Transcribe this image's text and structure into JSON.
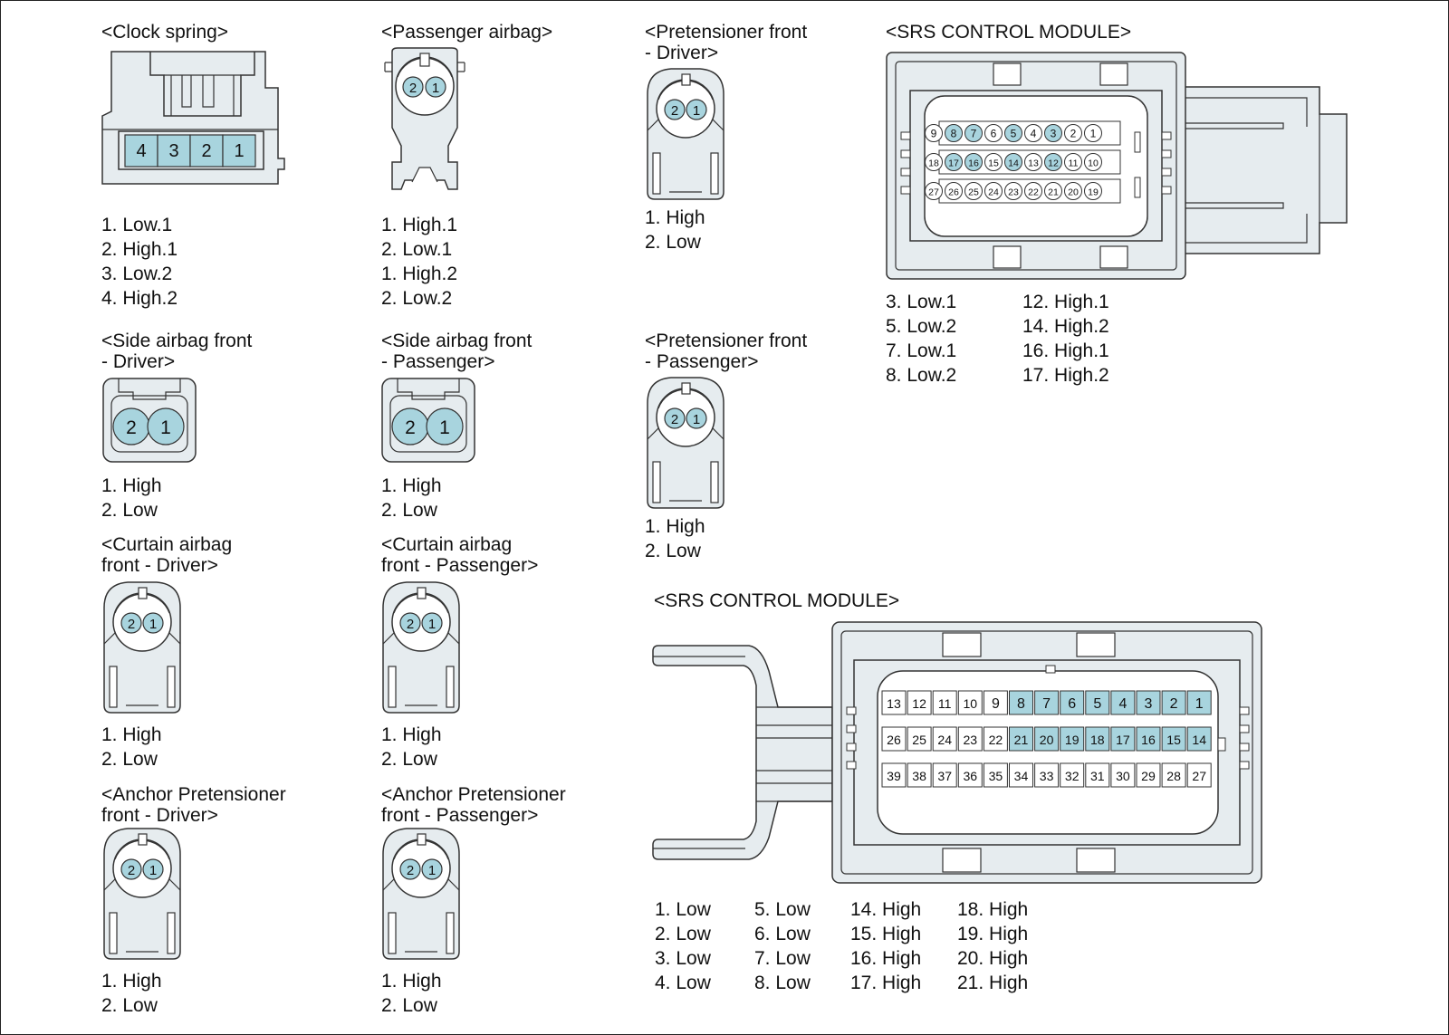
{
  "colors": {
    "body": "#e6ecef",
    "stroke": "#333333",
    "pin_active": "#a8d4de",
    "pin_inactive": "#ffffff"
  },
  "clock_spring": {
    "title": "<Clock spring>",
    "pins": [
      "4",
      "3",
      "2",
      "1"
    ],
    "pinout": [
      "1. Low.1",
      "2. High.1",
      "3. Low.2",
      "4. High.2"
    ]
  },
  "passenger_airbag": {
    "title": "<Passenger airbag>",
    "pins": [
      "2",
      "1"
    ],
    "pinout": [
      "1. High.1",
      "2. Low.1",
      "1. High.2",
      "2. Low.2"
    ]
  },
  "pretensioner_driver": {
    "title_1": "<Pretensioner front",
    "title_2": "- Driver>",
    "pins": [
      "2",
      "1"
    ],
    "pinout": [
      "1. High",
      "2. Low"
    ]
  },
  "pretensioner_passenger": {
    "title_1": "<Pretensioner front",
    "title_2": "- Passenger>",
    "pins": [
      "2",
      "1"
    ],
    "pinout": [
      "1. High",
      "2. Low"
    ]
  },
  "side_airbag_driver": {
    "title_1": "<Side airbag front",
    "title_2": "- Driver>",
    "pins": [
      "2",
      "1"
    ],
    "pinout": [
      "1. High",
      "2. Low"
    ]
  },
  "side_airbag_passenger": {
    "title_1": "<Side airbag front",
    "title_2": "- Passenger>",
    "pins": [
      "2",
      "1"
    ],
    "pinout": [
      "1. High",
      "2. Low"
    ]
  },
  "curtain_airbag_driver": {
    "title_1": "<Curtain airbag",
    "title_2": "front - Driver>",
    "pins": [
      "2",
      "1"
    ],
    "pinout": [
      "1. High",
      "2. Low"
    ]
  },
  "curtain_airbag_passenger": {
    "title_1": "<Curtain airbag",
    "title_2": "front - Passenger>",
    "pins": [
      "2",
      "1"
    ],
    "pinout": [
      "1. High",
      "2. Low"
    ]
  },
  "anchor_driver": {
    "title_1": "<Anchor Pretensioner",
    "title_2": "front - Driver>",
    "pins": [
      "2",
      "1"
    ],
    "pinout": [
      "1. High",
      "2. Low"
    ]
  },
  "anchor_passenger": {
    "title_1": "<Anchor Pretensioner",
    "title_2": "front - Passenger>",
    "pins": [
      "2",
      "1"
    ],
    "pinout": [
      "1. High",
      "2. Low"
    ]
  },
  "srs_module_1": {
    "title": "<SRS CONTROL MODULE>",
    "rows": [
      [
        "9",
        "8",
        "7",
        "6",
        "5",
        "4",
        "3",
        "2",
        "1"
      ],
      [
        "18",
        "17",
        "16",
        "15",
        "14",
        "13",
        "12",
        "11",
        "10"
      ],
      [
        "27",
        "26",
        "25",
        "24",
        "23",
        "22",
        "21",
        "20",
        "19"
      ]
    ],
    "active_pins": [
      "3",
      "5",
      "7",
      "8",
      "12",
      "14",
      "16",
      "17"
    ],
    "pinout_col_1": [
      "3. Low.1",
      "5. Low.2",
      "7. Low.1",
      "8. Low.2"
    ],
    "pinout_col_2": [
      "12. High.1",
      "14. High.2",
      "16. High.1",
      "17. High.2"
    ]
  },
  "srs_module_2": {
    "title": "<SRS CONTROL MODULE>",
    "rows": [
      [
        "13",
        "12",
        "11",
        "10",
        "9",
        "8",
        "7",
        "6",
        "5",
        "4",
        "3",
        "2",
        "1"
      ],
      [
        "26",
        "25",
        "24",
        "23",
        "22",
        "21",
        "20",
        "19",
        "18",
        "17",
        "16",
        "15",
        "14"
      ],
      [
        "39",
        "38",
        "37",
        "36",
        "35",
        "34",
        "33",
        "32",
        "31",
        "30",
        "29",
        "28",
        "27"
      ]
    ],
    "active_pins": [
      "1",
      "2",
      "3",
      "4",
      "5",
      "6",
      "7",
      "8",
      "14",
      "15",
      "16",
      "17",
      "18",
      "19",
      "20",
      "21"
    ],
    "pinout_col_1": [
      "1. Low",
      "2. Low",
      "3. Low",
      "4. Low"
    ],
    "pinout_col_2": [
      "5. Low",
      "6. Low",
      "7. Low",
      "8. Low"
    ],
    "pinout_col_3": [
      "14. High",
      "15. High",
      "16. High",
      "17. High"
    ],
    "pinout_col_4": [
      "18. High",
      "19. High",
      "20. High",
      "21. High"
    ]
  }
}
